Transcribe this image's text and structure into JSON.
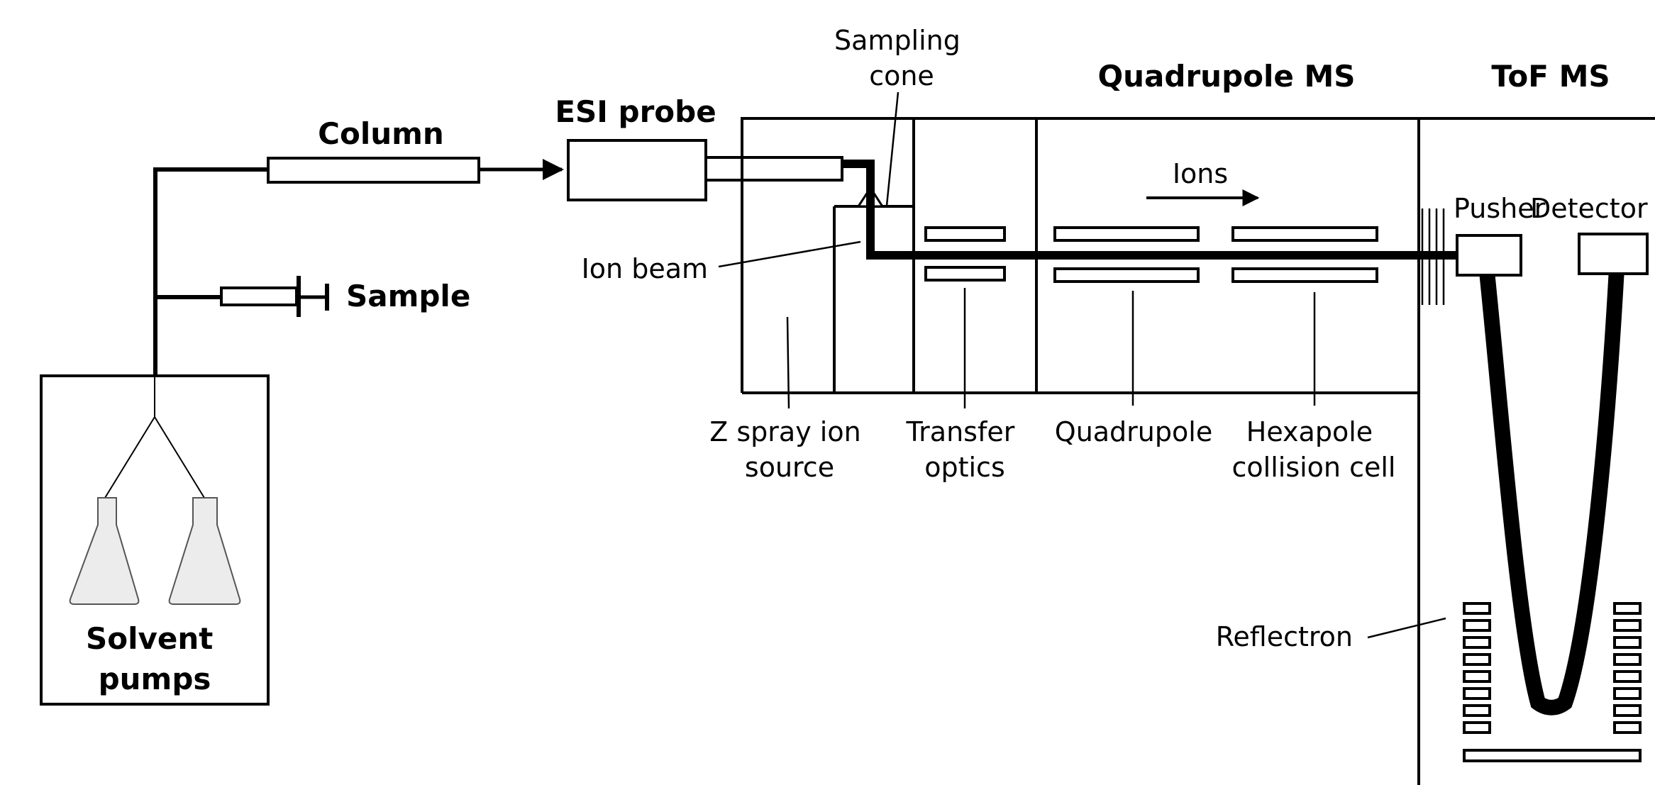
{
  "labels": {
    "column": "Column",
    "esi_probe": "ESI probe",
    "sampling_cone": [
      "Sampling",
      "cone"
    ],
    "quadrupole_ms": "Quadrupole MS",
    "tof_ms": "ToF MS",
    "ions": "Ions",
    "ion_beam": "Ion beam",
    "sample": "Sample",
    "pusher": "Pusher",
    "detector": "Detector",
    "z_spray": [
      "Z spray ion",
      "source"
    ],
    "transfer_optics": [
      "Transfer",
      "optics"
    ],
    "quadrupole": "Quadrupole",
    "hexapole": [
      "Hexapole",
      "collision cell"
    ],
    "reflectron": "Reflectron",
    "solvent_pumps": [
      "Solvent",
      "pumps"
    ]
  },
  "colors": {
    "line": "#000000",
    "flask_fill": "#ececec",
    "background": "#ffffff"
  }
}
